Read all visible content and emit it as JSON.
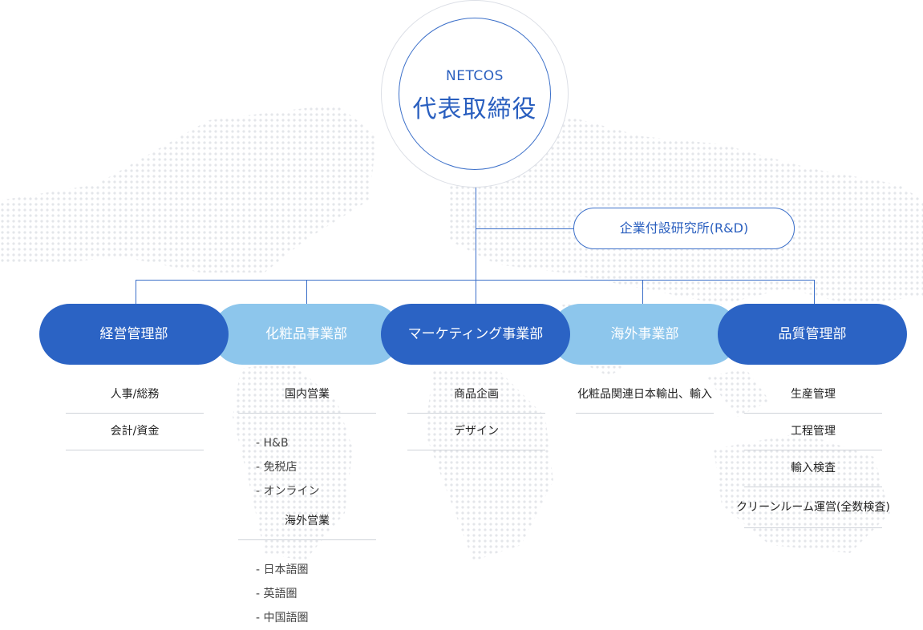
{
  "ceo": {
    "company": "NETCOS",
    "title": "代表取締役"
  },
  "rnd": {
    "label": "企業付設研究所(R&D)"
  },
  "departments": [
    {
      "name": "経営管理部",
      "style": "dark",
      "items": [
        "人事/総務",
        "会計/資金"
      ]
    },
    {
      "name": "化粧品事業部",
      "style": "light",
      "groups": [
        {
          "title": "国内営業",
          "subs": [
            "- H&B",
            "- 免税店",
            "- オンライン"
          ]
        },
        {
          "title": "海外営業",
          "subs": [
            "- 日本語圏",
            "- 英語圏",
            "- 中国語圏"
          ]
        }
      ]
    },
    {
      "name": "マーケティング事業部",
      "style": "dark",
      "items": [
        "商品企画",
        "デザイン"
      ]
    },
    {
      "name": "海外事業部",
      "style": "light",
      "items": [
        "化粧品関連日本輸出、輸入"
      ]
    },
    {
      "name": "品質管理部",
      "style": "dark",
      "items": [
        "生産管理",
        "工程管理",
        "輸入検査",
        "クリーンルーム運営(全数検査)"
      ]
    }
  ],
  "colors": {
    "dark_blue": "#2b63c4",
    "light_blue": "#8dc6ec",
    "line_blue": "#3b6fc9",
    "map_dots": "#e6e8ec"
  }
}
